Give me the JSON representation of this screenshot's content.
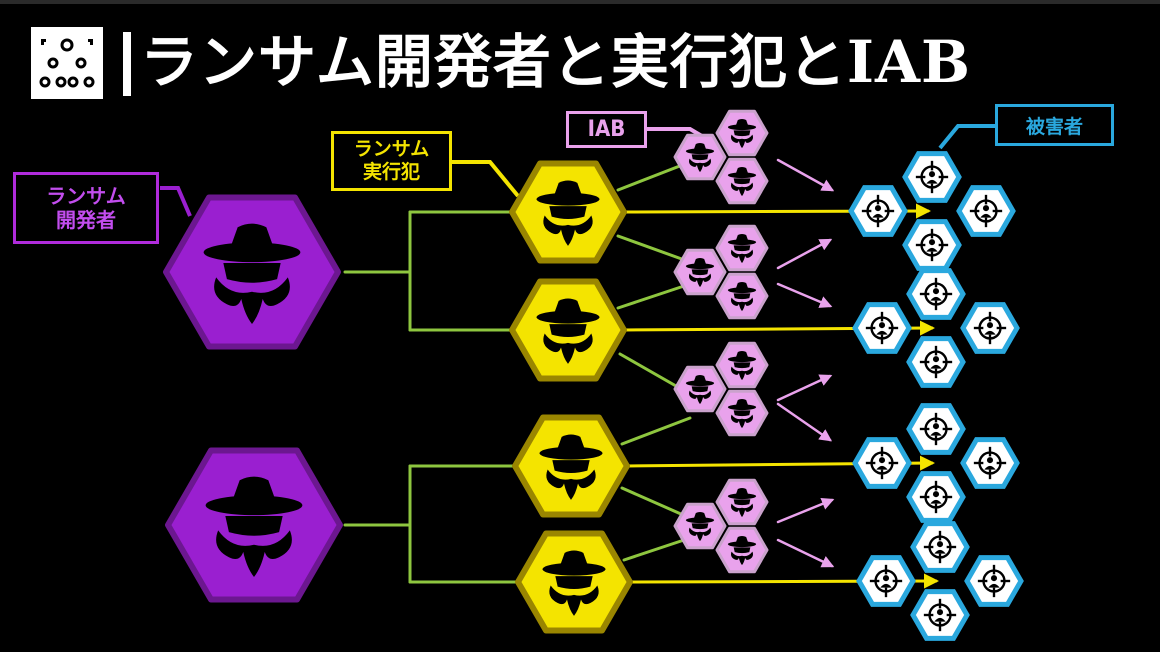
{
  "title": "ランサム開発者と実行犯とIAB",
  "labels": {
    "developer": "ランサム\n開発者",
    "executor": "ランサム\n実行犯",
    "iab": "IAB",
    "victim": "被害者"
  },
  "colors": {
    "developer": "#9a1fd0",
    "executor": "#f4e400",
    "iab": "#e9a2ec",
    "victim": "#2aa8de",
    "connector": "#8ec63f",
    "attack_arrow": "#f4e400"
  },
  "icons": {
    "title": "network-hierarchy-icon",
    "actor": "hooded-hacker-icon",
    "victim": "crosshair-person-icon"
  }
}
